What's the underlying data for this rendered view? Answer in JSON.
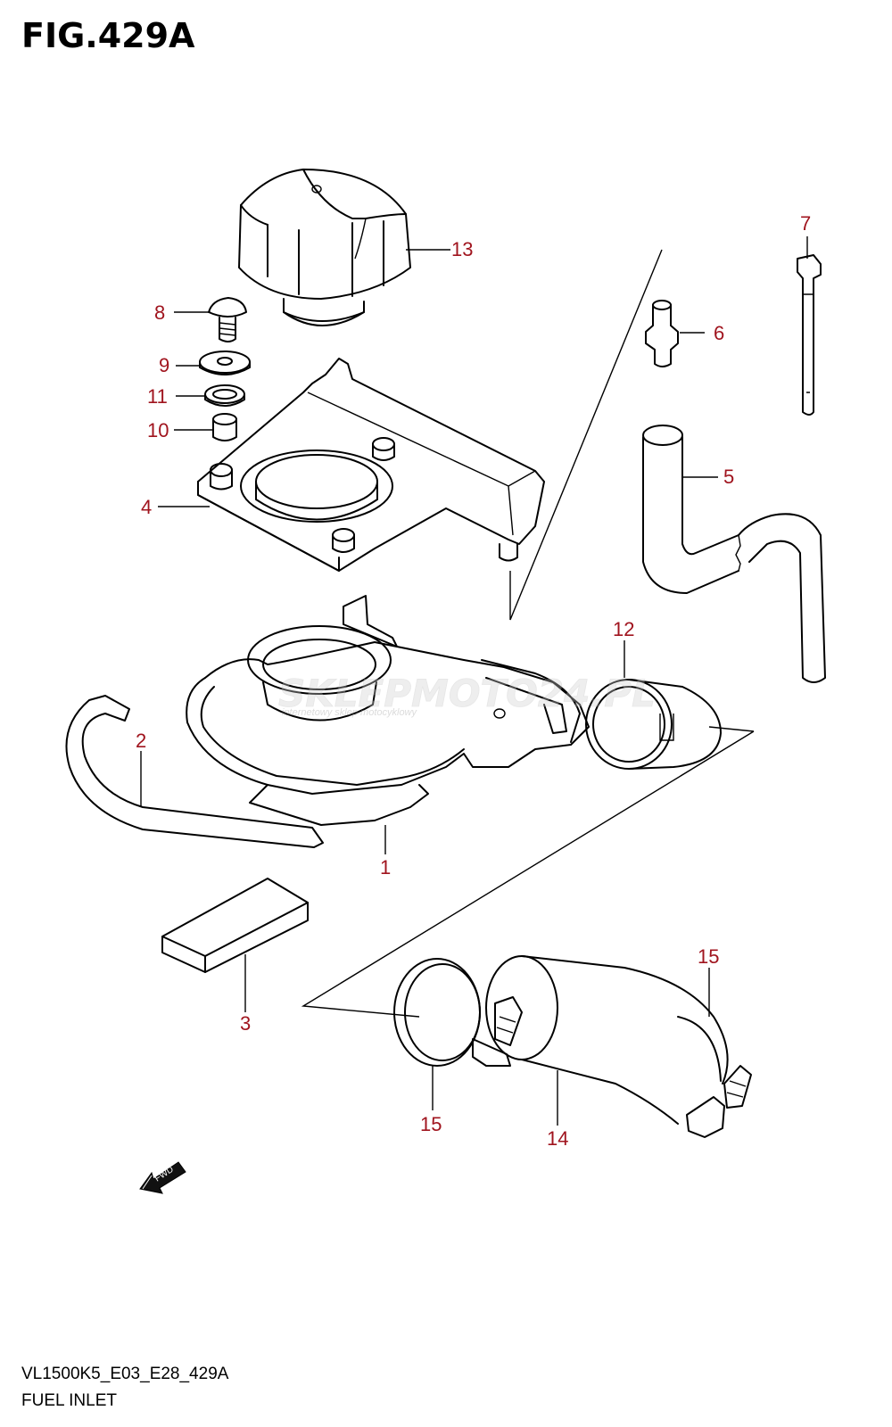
{
  "figure": {
    "title": "FIG.429A",
    "code": "VL1500K5_E03_E28_429A",
    "name": "FUEL INLET",
    "fwd_label": "FWD"
  },
  "watermark": {
    "brand": "SKLEPMOTO24.PL",
    "tagline": "internetowy sklep motocyklowy"
  },
  "callouts": {
    "c1": "1",
    "c2": "2",
    "c3": "3",
    "c4": "4",
    "c5": "5",
    "c6": "6",
    "c7": "7",
    "c8": "8",
    "c9": "9",
    "c10": "10",
    "c11": "11",
    "c12": "12",
    "c13": "13",
    "c14": "14",
    "c15a": "15",
    "c15b": "15"
  },
  "colors": {
    "callout": "#a0141e",
    "line": "#000000"
  }
}
